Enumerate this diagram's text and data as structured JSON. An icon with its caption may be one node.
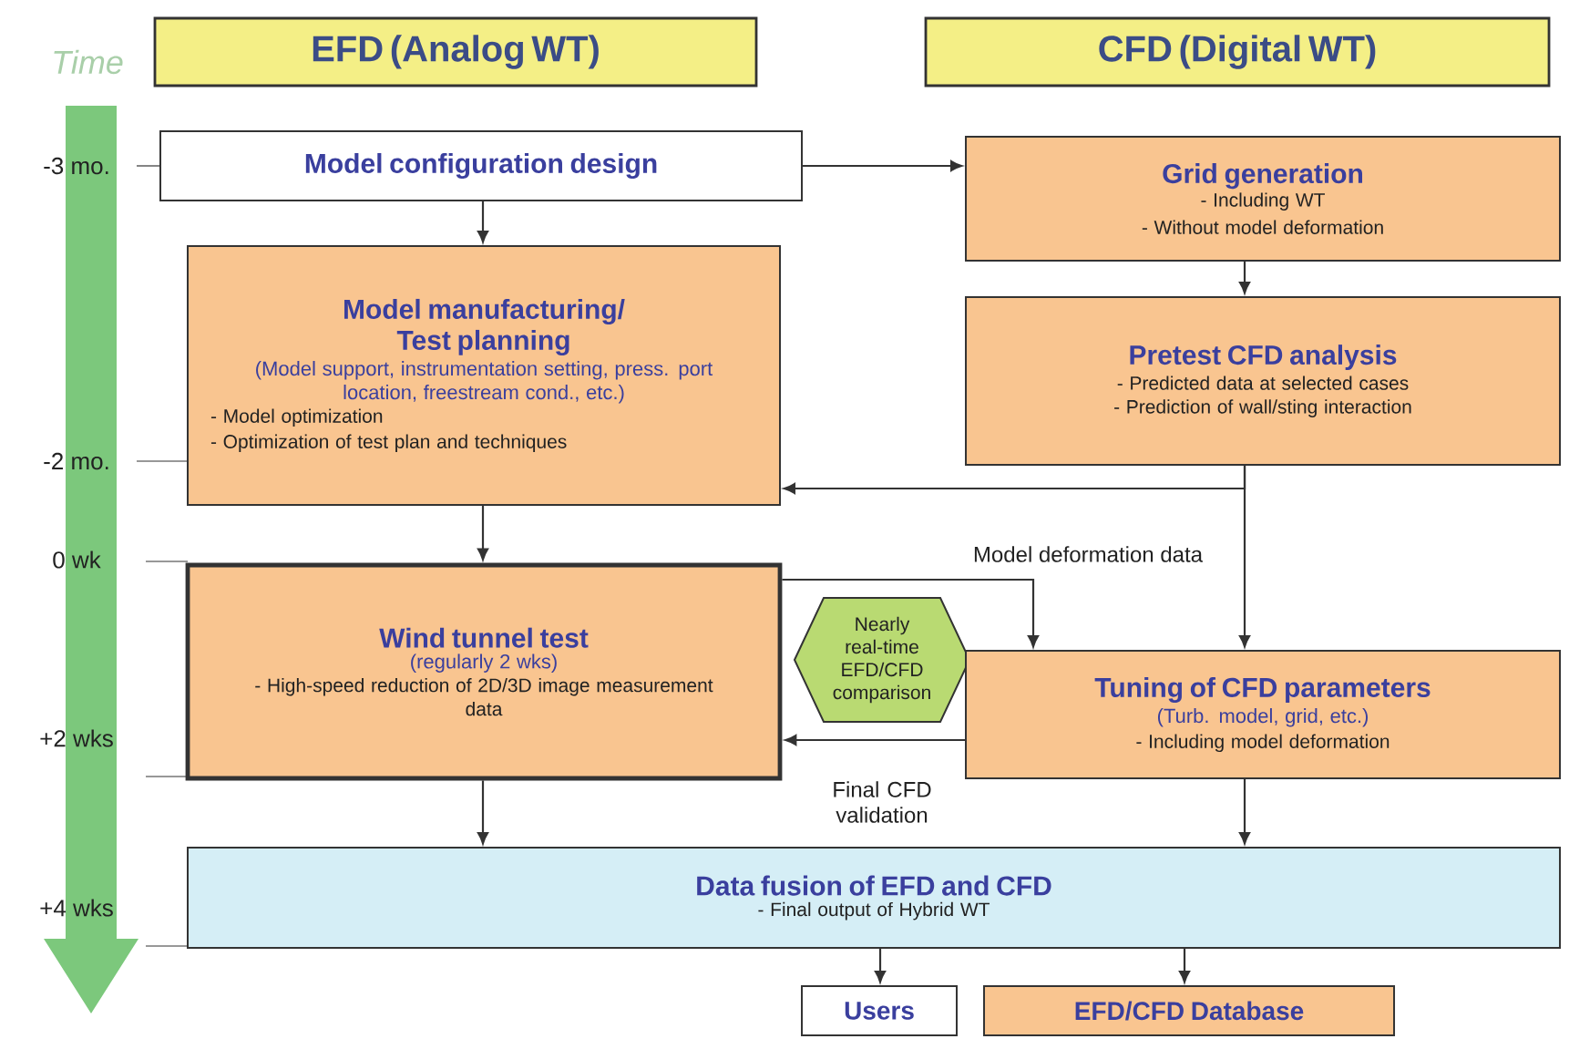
{
  "diagram": {
    "nodes": [
      {
        "text": [
          "EFD (Analog WT)"
        ]
      },
      {
        "text": [
          "CFD (Digital WT)"
        ]
      },
      {
        "text": [
          "Model configuration design"
        ]
      },
      {
        "text": [
          "Model manufacturing/ Test planning",
          "(Model support, instrumentation setting, press. port location, freestream cond., etc.)",
          "- Model optimization",
          "- Optimization of test plan and techniques"
        ]
      },
      {
        "text": [
          "Grid generation",
          "- Including WT",
          "- Without model deformation"
        ]
      },
      {
        "text": [
          "Pretest CFD analysis",
          "- Predicted data at selected cases",
          "- Prediction of wall/sting interaction"
        ]
      },
      {
        "text": [
          "Wind tunnel test",
          "(regularly 2 wks)",
          "- High-speed reduction of 2D/3D image measurement data"
        ]
      },
      {
        "text": [
          "Nearly real-time EFD/CFD comparison"
        ]
      },
      {
        "text": [
          "Tuning of CFD parameters",
          "(Turb. model, grid, etc.)",
          "- Including model deformation"
        ]
      },
      {
        "text": [
          "Data fusion of EFD and CFD",
          "- Final output of Hybrid WT"
        ]
      },
      {
        "text": [
          "Users"
        ]
      },
      {
        "text": [
          "EFD/CFD Database"
        ]
      }
    ],
    "edges": [
      {
        "from": 2,
        "to": 3,
        "arrow": "to"
      },
      {
        "from": 2,
        "to": 4,
        "arrow": "to"
      },
      {
        "from": 4,
        "to": 5,
        "arrow": "to"
      },
      {
        "from": 5,
        "to": 3,
        "arrow": "to"
      },
      {
        "from": 5,
        "to": 8,
        "arrow": "to"
      },
      {
        "from": 3,
        "to": 6,
        "arrow": "to"
      },
      {
        "from": 6,
        "to": 8,
        "arrow": "to",
        "label": "Model deformation data"
      },
      {
        "from": 8,
        "to": 6,
        "arrow": "to",
        "label": "Final CFD validation"
      },
      {
        "from": 6,
        "to": 9,
        "arrow": "to"
      },
      {
        "from": 8,
        "to": 9,
        "arrow": "to"
      },
      {
        "from": 9,
        "to": 10,
        "arrow": "to"
      },
      {
        "from": 9,
        "to": 11,
        "arrow": "to"
      }
    ],
    "labels": [
      "Time",
      "-3 mo.",
      "-2 mo.",
      "0 wk",
      "+2 wks",
      "+4 wks"
    ]
  }
}
